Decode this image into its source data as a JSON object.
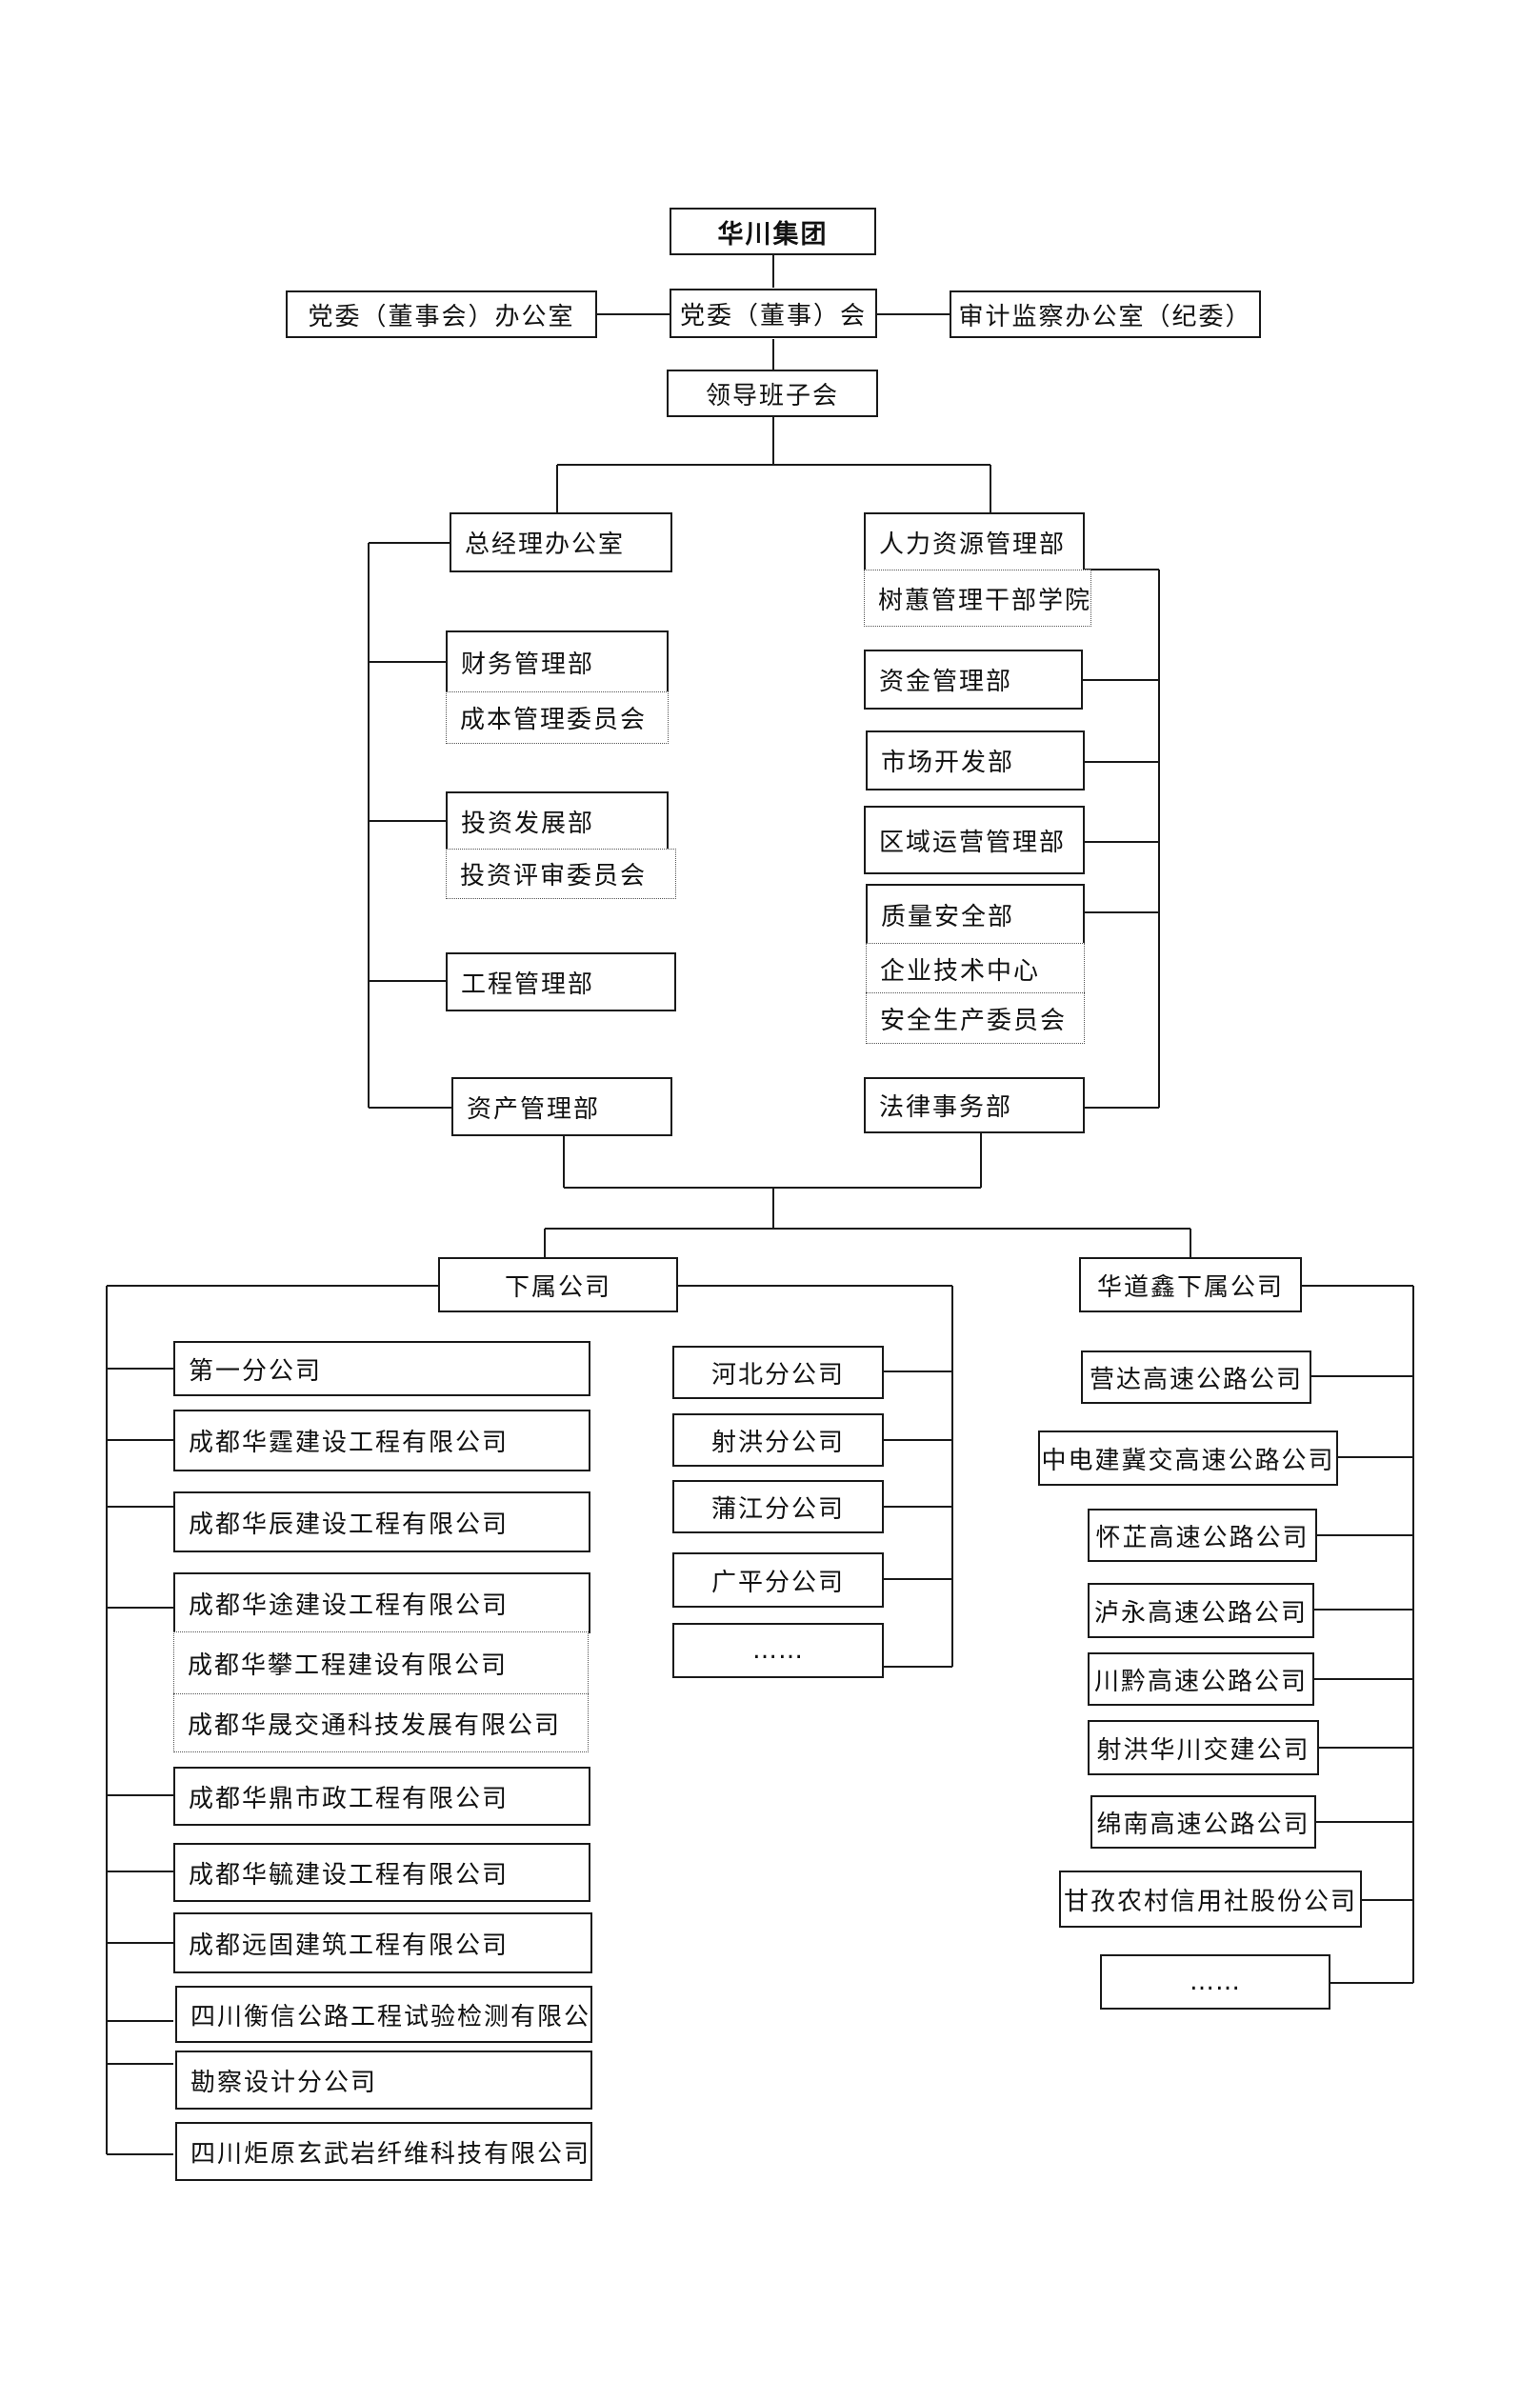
{
  "top": {
    "group": "华川集团",
    "party_office": "党委（董事会）办公室",
    "party_committee": "党委（董事）会",
    "audit_office": "审计监察办公室（纪委）",
    "leadership": "领导班子会"
  },
  "left_departments": {
    "gm_office": "总经理办公室",
    "finance": "财务管理部",
    "cost_committee": "成本管理委员会",
    "investment": "投资发展部",
    "investment_review": "投资评审委员会",
    "engineering": "工程管理部",
    "assets": "资产管理部"
  },
  "right_departments": {
    "hr": "人力资源管理部",
    "academy": "树蕙管理干部学院",
    "funds": "资金管理部",
    "market": "市场开发部",
    "regional": "区域运营管理部",
    "quality": "质量安全部",
    "tech_center": "企业技术中心",
    "safety_committee": "安全生产委员会",
    "legal": "法律事务部"
  },
  "subsidiaries": {
    "title": "下属公司",
    "left_list": [
      "第一分公司",
      "成都华霆建设工程有限公司",
      "成都华辰建设工程有限公司",
      "成都华途建设工程有限公司",
      "成都华攀工程建设有限公司",
      "成都华晟交通科技发展有限公司",
      "成都华鼎市政工程有限公司",
      "成都华毓建设工程有限公司",
      "成都远固建筑工程有限公司",
      "四川衡信公路工程试验检测有限公司",
      "勘察设计分公司",
      "四川炬原玄武岩纤维科技有限公司"
    ],
    "branches": [
      "河北分公司",
      "射洪分公司",
      "蒲江分公司",
      "广平分公司",
      "……"
    ]
  },
  "huadaoxin": {
    "title": "华道鑫下属公司",
    "list": [
      "营达高速公路公司",
      "中电建冀交高速公路公司",
      "怀芷高速公路公司",
      "泸永高速公路公司",
      "川黔高速公路公司",
      "射洪华川交建公司",
      "绵南高速公路公司",
      "甘孜农村信用社股份公司",
      "……"
    ]
  }
}
